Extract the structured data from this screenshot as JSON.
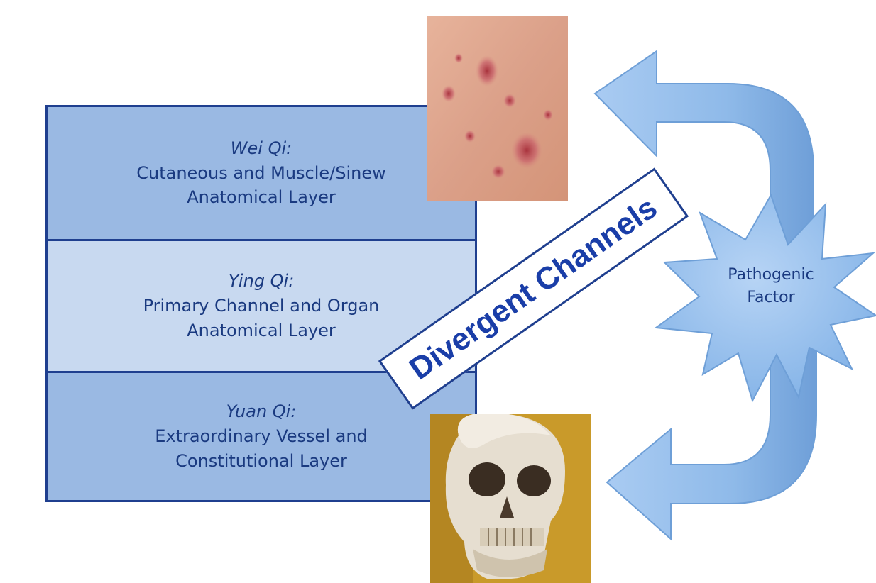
{
  "layers": [
    {
      "name": "Wei Qi:",
      "line1": "Cutaneous and Muscle/Sinew",
      "line2": "Anatomical Layer"
    },
    {
      "name": "Ying Qi:",
      "line1": "Primary Channel and Organ",
      "line2": "Anatomical Layer"
    },
    {
      "name": "Yuan Qi:",
      "line1": "Extraordinary Vessel and",
      "line2": "Constitutional Layer"
    }
  ],
  "banner": "Divergent Channels",
  "pathogen": {
    "line1": "Pathogenic",
    "line2": "Factor"
  },
  "colors": {
    "border": "#1f3f8f",
    "layer_dark": "#9ab9e3",
    "layer_light": "#c8d9f0",
    "text": "#1a3a80",
    "arrow_fill": "#8fbae9",
    "banner_text": "#1a3ea8"
  },
  "images": {
    "top": "skin-lesion-photo",
    "bottom": "skull-photo"
  }
}
